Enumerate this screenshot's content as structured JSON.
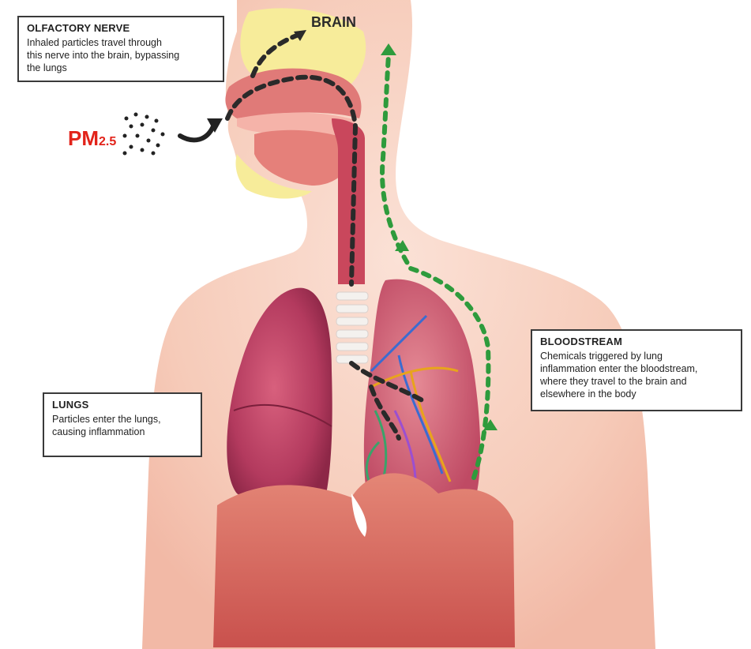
{
  "brain_label": "BRAIN",
  "pollutant": {
    "main": "PM",
    "sub": "2.5"
  },
  "callouts": {
    "olfactory": {
      "title": "OLFACTORY NERVE",
      "lines": [
        "Inhaled particles travel through",
        "this nerve into the brain, bypassing",
        "the lungs"
      ]
    },
    "lungs": {
      "title": "LUNGS",
      "lines": [
        "Particles enter the lungs,",
        "causing inflammation"
      ]
    },
    "bloodstream": {
      "title": "BLOODSTREAM",
      "lines": [
        "Chemicals triggered by lung",
        "inflammation enter the bloodstream,",
        "where they travel to the brain and",
        "elsewhere in the body"
      ]
    }
  },
  "colors": {
    "skin": "#f6cbb9",
    "tissue": "#c7486a",
    "trachea": "#c9475c",
    "sinus": "#f7ec9a",
    "particle_path": "#2a2a2a",
    "blood_path": "#2e9b3c",
    "pm_text": "#e2231a",
    "diaphragm": "#d9665f"
  }
}
